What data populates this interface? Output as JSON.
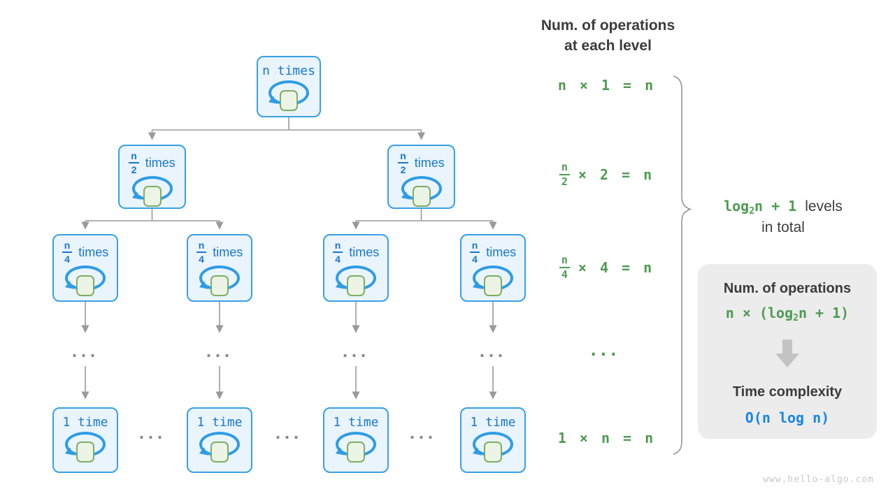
{
  "header": {
    "line1": "Num. of operations",
    "line2": "at each level"
  },
  "tree": {
    "root": {
      "label": "n times"
    },
    "level2": [
      {
        "num": "n",
        "den": "2",
        "suffix": "times"
      },
      {
        "num": "n",
        "den": "2",
        "suffix": "times"
      }
    ],
    "level3": [
      {
        "num": "n",
        "den": "4",
        "suffix": "times"
      },
      {
        "num": "n",
        "den": "4",
        "suffix": "times"
      },
      {
        "num": "n",
        "den": "4",
        "suffix": "times"
      },
      {
        "num": "n",
        "den": "4",
        "suffix": "times"
      }
    ],
    "bottom": [
      {
        "label": "1 time"
      },
      {
        "label": "1 time"
      },
      {
        "label": "1 time"
      },
      {
        "label": "1 time"
      }
    ],
    "ellipsis": "..."
  },
  "equations": {
    "row1": "n × 1 = n",
    "row2": {
      "num": "n",
      "den": "2",
      "rest": "× 2 = n"
    },
    "row3": {
      "num": "n",
      "den": "4",
      "rest": "× 4 = n"
    },
    "dots": "...",
    "row4": "1 × n = n"
  },
  "brace_label": {
    "log": "log",
    "sub": "2",
    "post": "n + 1",
    "suffix": "levels",
    "line2": "in total"
  },
  "panel": {
    "title1": "Num. of operations",
    "formula1": {
      "pre": "n × (",
      "log": "log",
      "sub": "2",
      "post": "n + 1)"
    },
    "title2": "Time complexity",
    "formula2": "O(n log n)"
  },
  "watermark": "www.hello-algo.com",
  "colors": {
    "box_border": "#39a0e5",
    "box_fill": "#e9f4fd",
    "box_text": "#1a77cc",
    "loop_blue": "#2e9ce4",
    "square_border": "#7fad62",
    "square_fill": "#ecf5e5",
    "connector_gray": "#9a9a9a",
    "green": "#4e9b52",
    "dark_text": "#3b3b3b",
    "panel_bg": "#ececec",
    "panel_arrow": "#c3c3c3",
    "complexity_blue": "#1686e5",
    "watermark_gray": "#c9c9c9"
  }
}
